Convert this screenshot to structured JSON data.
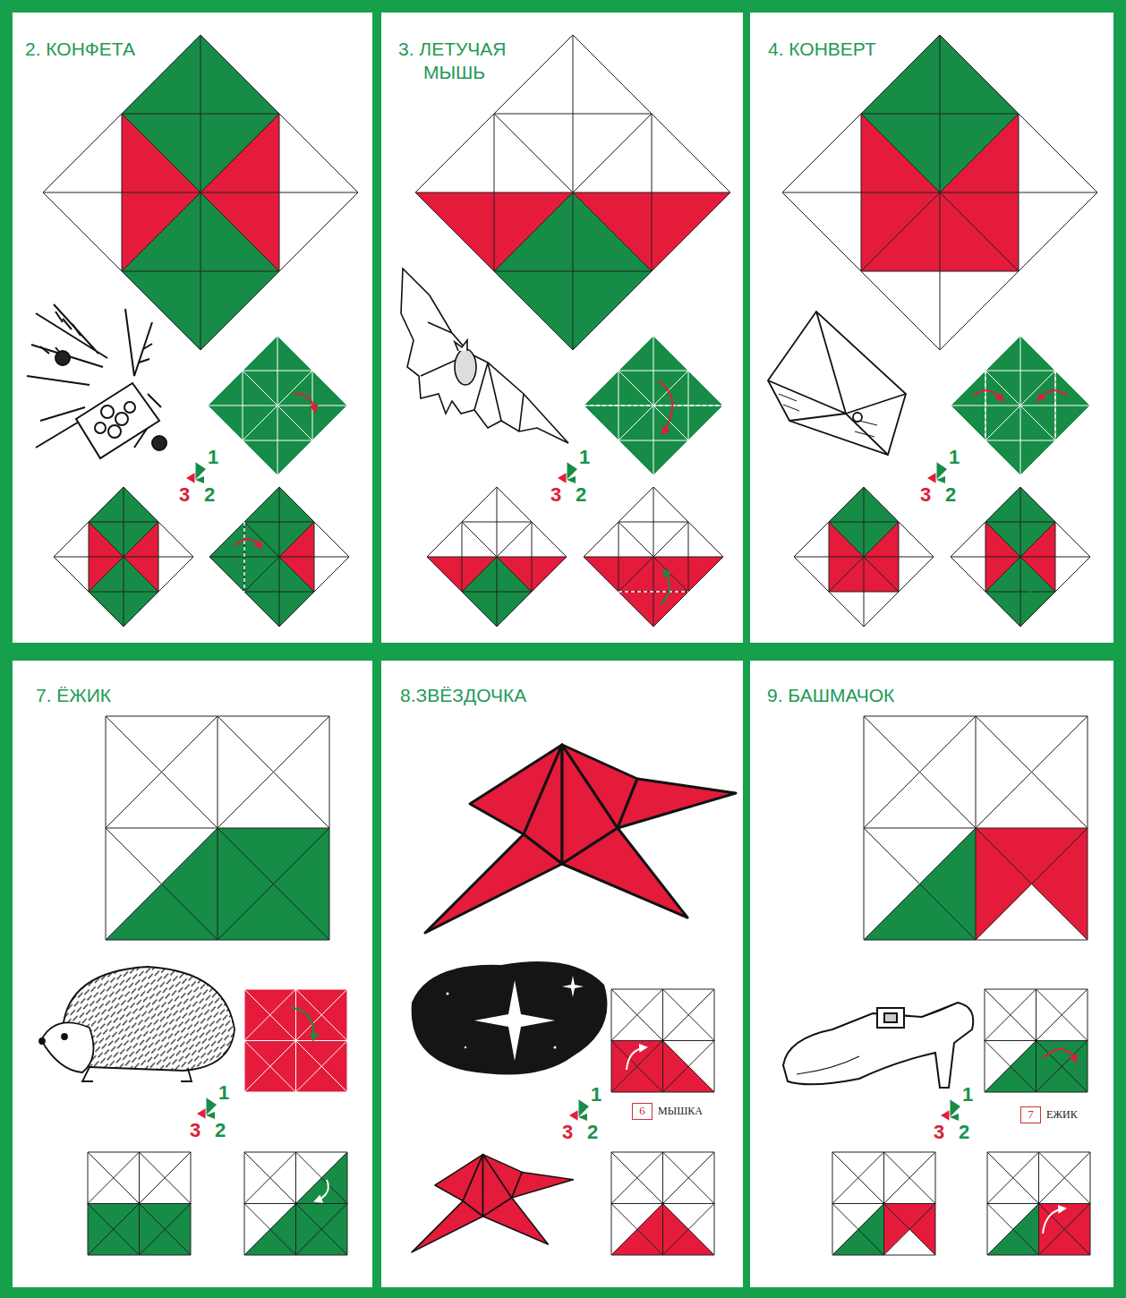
{
  "diagram": {
    "nodes": [
      {
        "text": [
          "2. КОНФЕТА"
        ]
      },
      {
        "text": [
          "3. ЛЕТУЧАЯ МЫШЬ"
        ]
      },
      {
        "text": [
          "4. КОНВЕРТ"
        ]
      },
      {
        "text": [
          "7. ЁЖИК"
        ]
      },
      {
        "text": [
          "8.ЗВЁЗДОЧКА"
        ]
      },
      {
        "text": [
          "9. БАШМАЧОК"
        ]
      },
      {
        "text": [
          "6",
          "МЫШКА"
        ],
        "in": 4
      },
      {
        "text": [
          "7",
          "ЕЖИК"
        ],
        "in": 5
      }
    ],
    "labels": [
      "1",
      "3",
      "2",
      "1",
      "3",
      "2",
      "1",
      "3",
      "2",
      "1",
      "3",
      "2",
      "1",
      "3",
      "2",
      "1",
      "3",
      "2"
    ]
  }
}
